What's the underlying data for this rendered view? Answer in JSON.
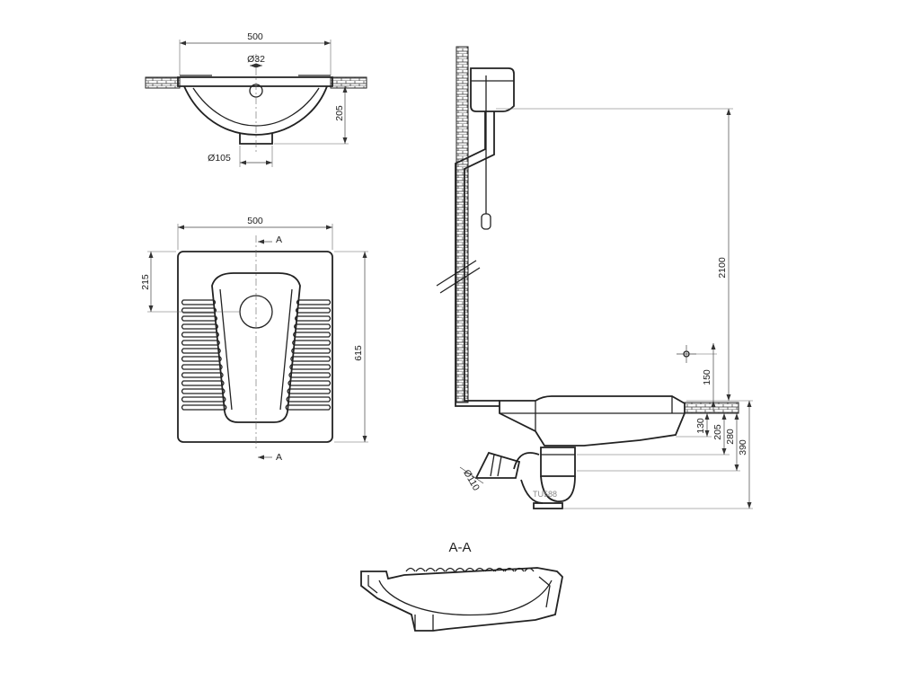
{
  "top_view": {
    "width_label": "500",
    "hole_label": "Ø32",
    "depth_label": "205",
    "outlet_label": "Ø105"
  },
  "plan_view": {
    "width_label": "500",
    "offset_label": "215",
    "length_label": "615",
    "section_marker": "A"
  },
  "side_view": {
    "height_label": "2100",
    "wall_inlet_label": "150",
    "dims": [
      "130",
      "205",
      "280",
      "390"
    ],
    "pipe_label": "Ø110",
    "model_label": "TU588"
  },
  "section": {
    "title": "A-A"
  }
}
